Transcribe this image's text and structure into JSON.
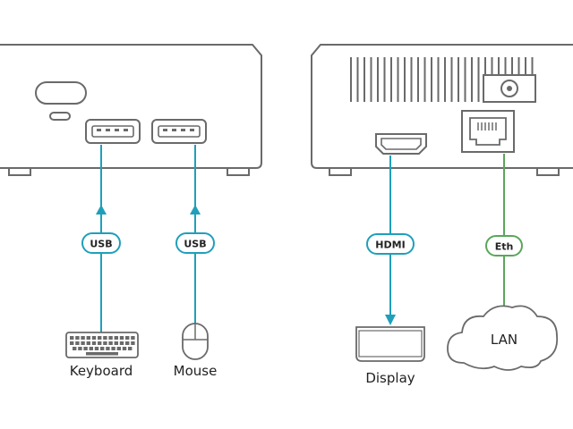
{
  "colors": {
    "outline": "#6a6a6a",
    "usb": "#1f9fba",
    "hdmi": "#1f9fba",
    "eth": "#5aa65a",
    "text": "#222222"
  },
  "connections": {
    "usb_keyboard_badge": "USB",
    "usb_mouse_badge": "USB",
    "hdmi_badge": "HDMI",
    "eth_badge": "Eth"
  },
  "devices": {
    "keyboard_label": "Keyboard",
    "mouse_label": "Mouse",
    "display_label": "Display",
    "lan_label": "LAN"
  },
  "icons": {
    "power_button": "power-button-icon",
    "usb_port": "usb-port-icon",
    "hdmi_port": "hdmi-port-icon",
    "ethernet_port": "ethernet-port-icon",
    "dc_jack": "dc-jack-icon",
    "keyboard": "keyboard-icon",
    "mouse": "mouse-icon",
    "display": "display-icon",
    "cloud": "cloud-icon"
  }
}
